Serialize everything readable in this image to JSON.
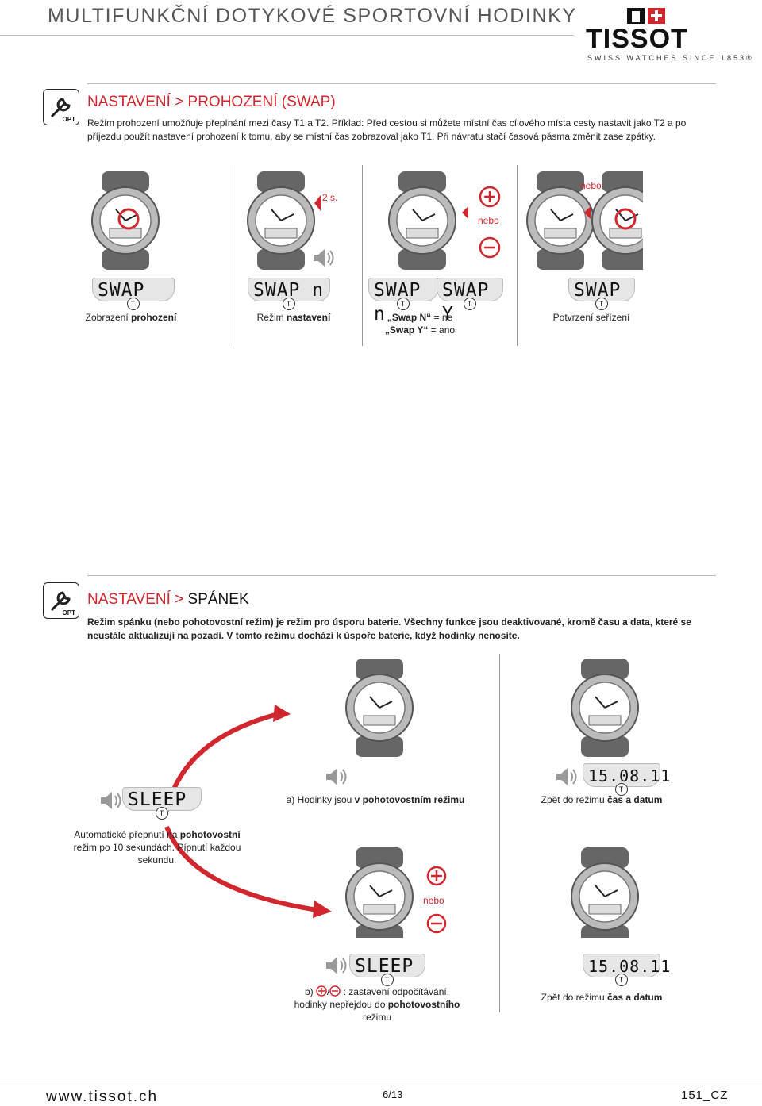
{
  "header": {
    "title": "MULTIFUNKČNÍ DOTYKOVÉ SPORTOVNÍ HODINKY",
    "brand": "TISSOT",
    "brand_tagline": "SWISS WATCHES SINCE 1853®"
  },
  "opt_label": "OPT",
  "watch_brand": "TISSOT",
  "swap": {
    "title_prefix": "NASTAVENÍ > ",
    "title_main": "PROHOZENÍ (SWAP)",
    "description": "Režim prohození umožňuje přepínání mezi časy T1 a T2. Příklad: Před cestou si můžete místní čas cílového místa cesty nastavit jako T2 a po příjezdu použít nastavení prohození k tomu, aby se místní čas zobrazoval jako T1. Při návratu stačí časová pásma změnit zase zpátky.",
    "label_2s": "2 s.",
    "label_nebo_1": "nebo",
    "label_nebo_2": "nebo",
    "lcd_1": "SWAP",
    "lcd_2": "SWAP n",
    "lcd_3": "SWAP n",
    "lcd_4": "SWAP Y",
    "lcd_5": "SWAP",
    "caption_1_pre": "Zobrazení ",
    "caption_1_bold": "prohození",
    "caption_2_pre": "Režim ",
    "caption_2_bold": "nastavení",
    "caption_3_line1_bold": "„Swap N“",
    "caption_3_line1_rest": " = ne",
    "caption_3_line2_bold": "„Swap Y“",
    "caption_3_line2_rest": " = ano",
    "caption_4": "Potvrzení seřízení",
    "watch_lcd_1": "SWAP",
    "watch_lcd_2": "SWAP n",
    "watch_lcd_3": "SWAP n",
    "watch_lcd_4": "SWAP",
    "watch_lcd_5": "SWAP"
  },
  "sleep": {
    "title_prefix": "NASTAVENÍ > ",
    "title_main": "SPÁNEK",
    "description": "Režim spánku (nebo pohotovostní režim) je režim pro úsporu baterie. Všechny funkce jsou deaktivované, kromě času a data, které se neustále aktualizují na pozadí. V tomto režimu dochází k úspoře baterie, když hodinky nenosíte.",
    "lcd_sleep": "SLEEP",
    "lcd_date": "15.08.11",
    "lcd_sleep_b": "SLEEP",
    "lcd_date_b": "15.08.11",
    "watch_lcd_sleep": "SLEEP",
    "watch_lcd_date": "15.08.11",
    "caption_a_pre": "a) Hodinky jsou ",
    "caption_a_bold": "v pohotovostním režimu",
    "caption_back_pre": "Zpět do režimu ",
    "caption_back_bold": "čas a datum",
    "caption_auto_pre": "Automatické přepnutí na ",
    "caption_auto_bold": "pohotovostní",
    "caption_auto_post": " režim po 10 sekundách. Pípnutí každou sekundu.",
    "caption_b_pre": "b) ",
    "caption_b_mid": ": zastavení odpočítávání, hodinky nepřejdou do ",
    "caption_b_bold": "pohotovostního",
    "caption_b_post": " režimu",
    "caption_back2_pre": "Zpět do režimu ",
    "caption_back2_bold": "čas a datum",
    "label_nebo": "nebo"
  },
  "footer": {
    "url": "www.tissot.ch",
    "page": "6/13",
    "code": "151_CZ"
  },
  "colors": {
    "accent_red": "#d0262d"
  }
}
